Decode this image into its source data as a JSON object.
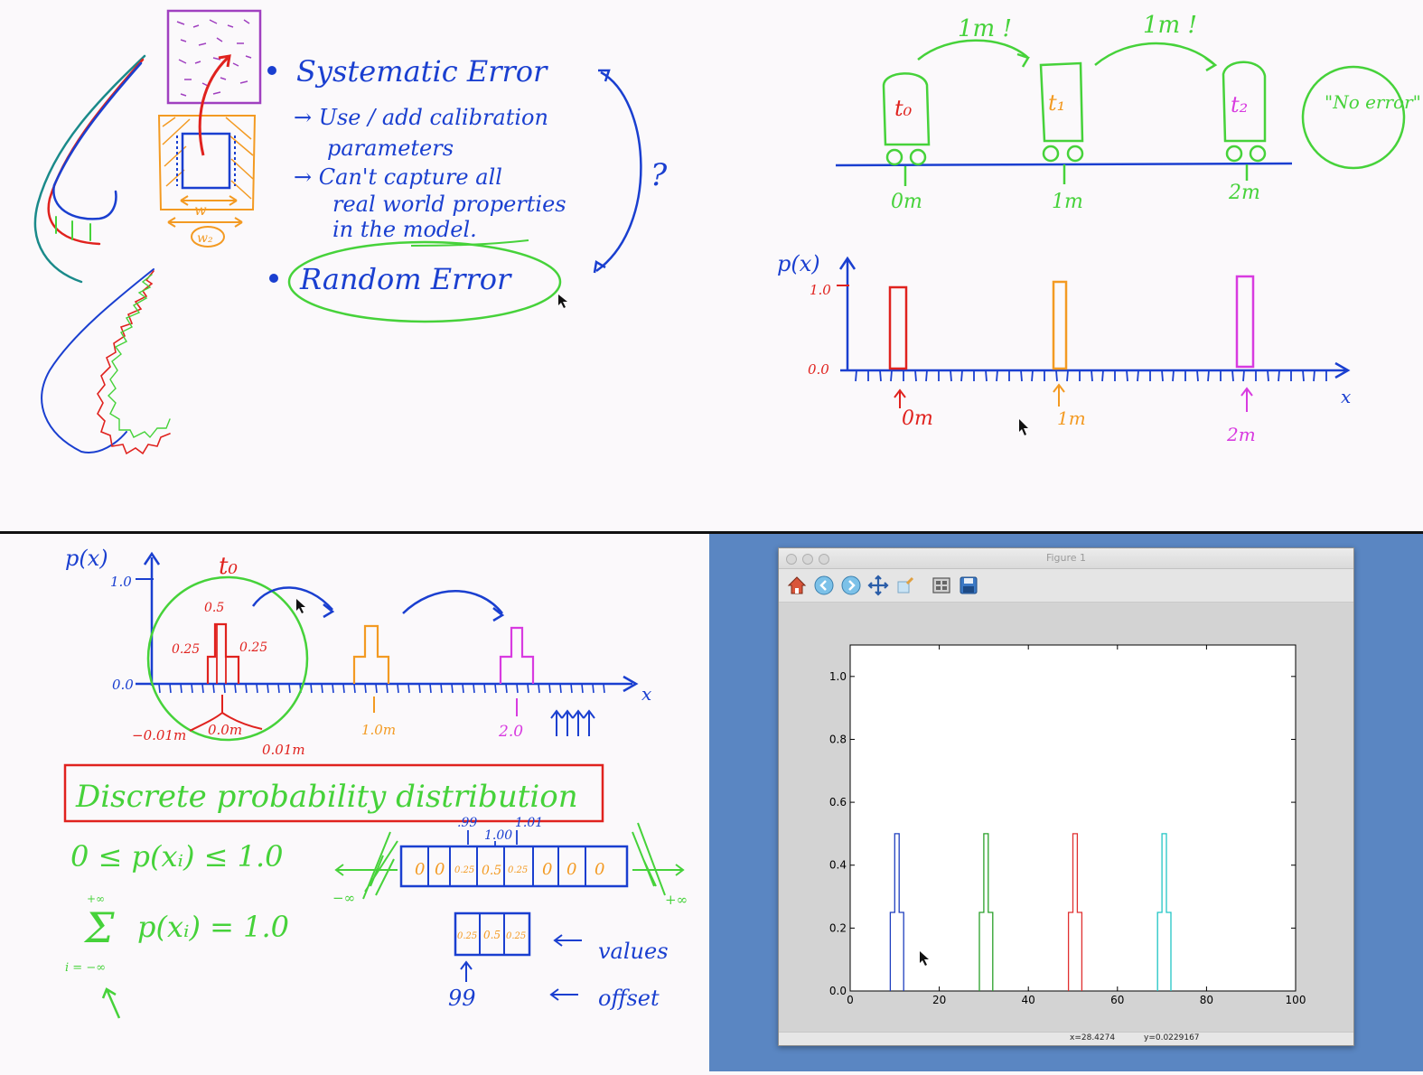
{
  "whiteboard_top": {
    "left": {
      "systematic_heading": "Systematic Error",
      "systematic_notes": [
        "→ Use / add calibration",
        "parameters",
        "→ Can't capture all",
        "real world properties",
        "in the model."
      ],
      "question_mark": "?",
      "random_heading": "Random Error",
      "label_w": "w",
      "label_w2": "w₂"
    },
    "right": {
      "hop_labels": [
        "1m !",
        "1m !"
      ],
      "time_labels": [
        "t₀",
        "t₁",
        "t₂"
      ],
      "position_labels": [
        "0m",
        "1m",
        "2m"
      ],
      "no_error_note": "\"No error\"",
      "axis_y_label": "p(x)",
      "axis_x_label": "x",
      "tick_one": "1.0",
      "tick_zero": "0.0",
      "arrow_labels": [
        "0m",
        "1m",
        "2m"
      ]
    }
  },
  "whiteboard_bottom": {
    "axis_y_label": "p(x)",
    "tick_one": "1.0",
    "tick_zero": "0.0",
    "axis_x_label": "x",
    "t0_label": "t₀",
    "peak_label": "0.5",
    "side_left": "0.25",
    "side_right": "0.25",
    "x_labels": [
      "−0.01m",
      "0.0m",
      "0.01m",
      "1.0m",
      "2.0"
    ],
    "discrete_box_title": "Discrete probability distribution",
    "inequality": "0 ≤ p(xᵢ) ≤ 1.0",
    "sum_top": "+∞",
    "sum_bottom": "i = −∞",
    "sum_expr": "p(xᵢ)  = 1.0",
    "array_index_labels": [
      ".99",
      "1.00",
      "1.01"
    ],
    "array_cells": [
      "0",
      "0",
      "0.25",
      "0.5",
      "0.25",
      "0",
      "0",
      "0"
    ],
    "neg_inf": "−∞",
    "pos_inf": "+∞",
    "small_array_cells": [
      "0.25",
      "0.5",
      "0.25"
    ],
    "values_label": "values",
    "offset_label": "offset",
    "offset_value": "99"
  },
  "figure_window": {
    "title": "Figure 1",
    "toolbar_icons": [
      "home-icon",
      "back-icon",
      "forward-icon",
      "pan-icon",
      "zoom-icon",
      "configure-subplots-icon",
      "save-icon"
    ],
    "status_x": "x=28.4274",
    "status_y": "y=0.0229167",
    "chart_data": {
      "type": "line",
      "xlim": [
        0,
        100
      ],
      "ylim": [
        0,
        1.1
      ],
      "x_ticks": [
        0,
        20,
        40,
        60,
        80,
        100
      ],
      "y_ticks": [
        0.0,
        0.2,
        0.4,
        0.6,
        0.8,
        1.0
      ],
      "y_tick_labels": [
        "0.0",
        "0.2",
        "0.4",
        "0.6",
        "0.8",
        "1.0"
      ],
      "grid": false,
      "series": [
        {
          "color": "#1f3fbf",
          "x": [
            9,
            9,
            10,
            10,
            11,
            11,
            12,
            12
          ],
          "y": [
            0,
            0.25,
            0.25,
            0.5,
            0.5,
            0.25,
            0.25,
            0
          ]
        },
        {
          "color": "#2aa02a",
          "x": [
            29,
            29,
            30,
            30,
            31,
            31,
            32,
            32
          ],
          "y": [
            0,
            0.25,
            0.25,
            0.5,
            0.5,
            0.25,
            0.25,
            0
          ]
        },
        {
          "color": "#e03030",
          "x": [
            49,
            49,
            50,
            50,
            51,
            51,
            52,
            52
          ],
          "y": [
            0,
            0.25,
            0.25,
            0.5,
            0.5,
            0.25,
            0.25,
            0
          ]
        },
        {
          "color": "#22c5c5",
          "x": [
            69,
            69,
            70,
            70,
            71,
            71,
            72,
            72
          ],
          "y": [
            0,
            0.25,
            0.25,
            0.5,
            0.5,
            0.25,
            0.25,
            0
          ]
        }
      ]
    }
  },
  "colors": {
    "ink_blue": "#1a3fd0",
    "ink_green": "#46d23a",
    "ink_red": "#e0221e",
    "ink_orange": "#f39a22",
    "ink_magenta": "#d83be0",
    "ink_teal": "#1a8a8a",
    "desktop_blue": "#5a86c2"
  }
}
